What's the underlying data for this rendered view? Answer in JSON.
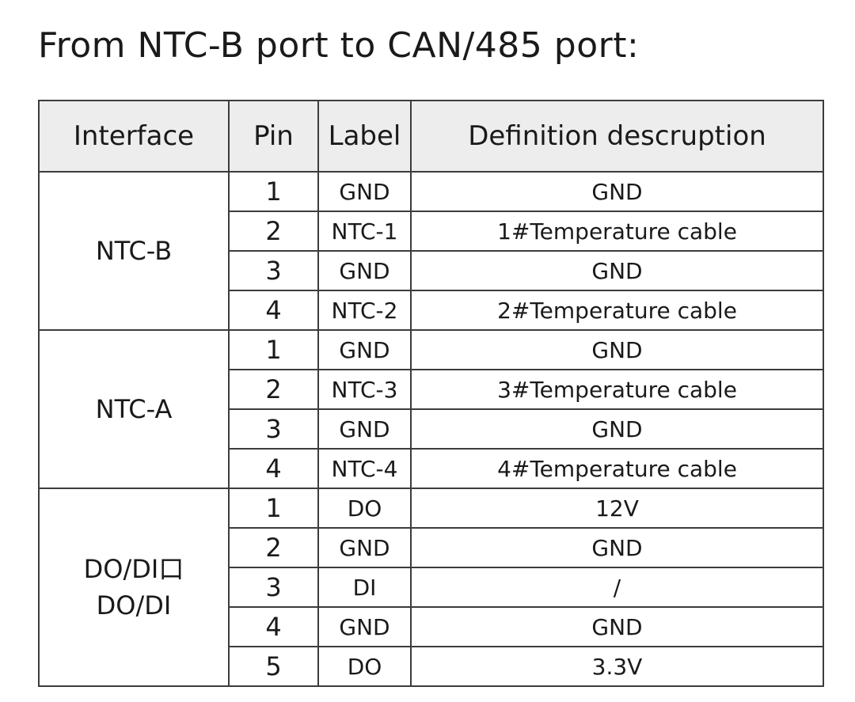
{
  "title": "From NTC-B port to CAN/485 port:",
  "table": {
    "headers": [
      "Interface",
      "Pin",
      "Label",
      "Definition descruption"
    ],
    "groups": [
      {
        "interface": "NTC-B",
        "rows": [
          {
            "pin": "1",
            "label": "GND",
            "definition": "GND"
          },
          {
            "pin": "2",
            "label": "NTC-1",
            "definition": "1#Temperature cable"
          },
          {
            "pin": "3",
            "label": "GND",
            "definition": "GND"
          },
          {
            "pin": "4",
            "label": "NTC-2",
            "definition": "2#Temperature cable"
          }
        ]
      },
      {
        "interface": "NTC-A",
        "rows": [
          {
            "pin": "1",
            "label": "GND",
            "definition": "GND"
          },
          {
            "pin": "2",
            "label": "NTC-3",
            "definition": "3#Temperature cable"
          },
          {
            "pin": "3",
            "label": "GND",
            "definition": "GND"
          },
          {
            "pin": "4",
            "label": "NTC-4",
            "definition": "4#Temperature cable"
          }
        ]
      },
      {
        "interface": "DO/DI口\nDO/DI",
        "rows": [
          {
            "pin": "1",
            "label": "DO",
            "definition": "12V"
          },
          {
            "pin": "2",
            "label": "GND",
            "definition": "GND"
          },
          {
            "pin": "3",
            "label": "DI",
            "definition": "/"
          },
          {
            "pin": "4",
            "label": "GND",
            "definition": "GND"
          },
          {
            "pin": "5",
            "label": "DO",
            "definition": "3.3V"
          }
        ]
      }
    ]
  }
}
